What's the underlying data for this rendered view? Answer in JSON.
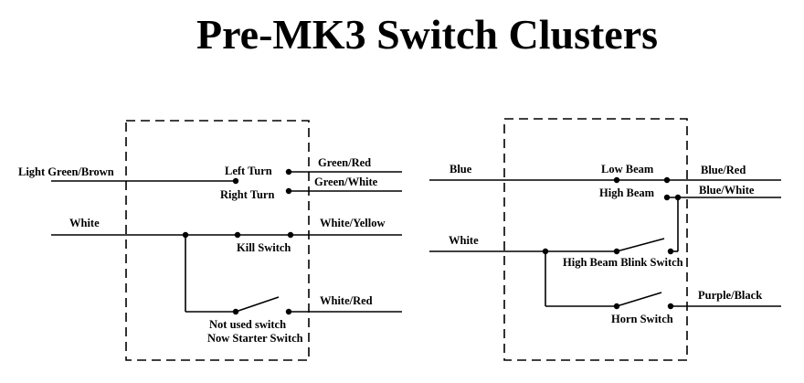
{
  "title": "Pre-MK3 Switch Clusters",
  "left_cluster": {
    "wires": {
      "light_green_brown": "Light Green/Brown",
      "green_red": "Green/Red",
      "green_white": "Green/White",
      "white_in": "White",
      "white_yellow": "White/Yellow",
      "white_red": "White/Red"
    },
    "switches": {
      "left_turn": "Left Turn",
      "right_turn": "Right Turn",
      "kill_switch": "Kill Switch",
      "not_used_line1": "Not used switch",
      "not_used_line2": "Now Starter Switch"
    }
  },
  "right_cluster": {
    "wires": {
      "blue": "Blue",
      "blue_red": "Blue/Red",
      "blue_white": "Blue/White",
      "white_in": "White",
      "purple_black": "Purple/Black"
    },
    "switches": {
      "low_beam": "Low Beam",
      "high_beam": "High Beam",
      "high_beam_blink": "High Beam Blink Switch",
      "horn_switch": "Horn Switch"
    }
  }
}
